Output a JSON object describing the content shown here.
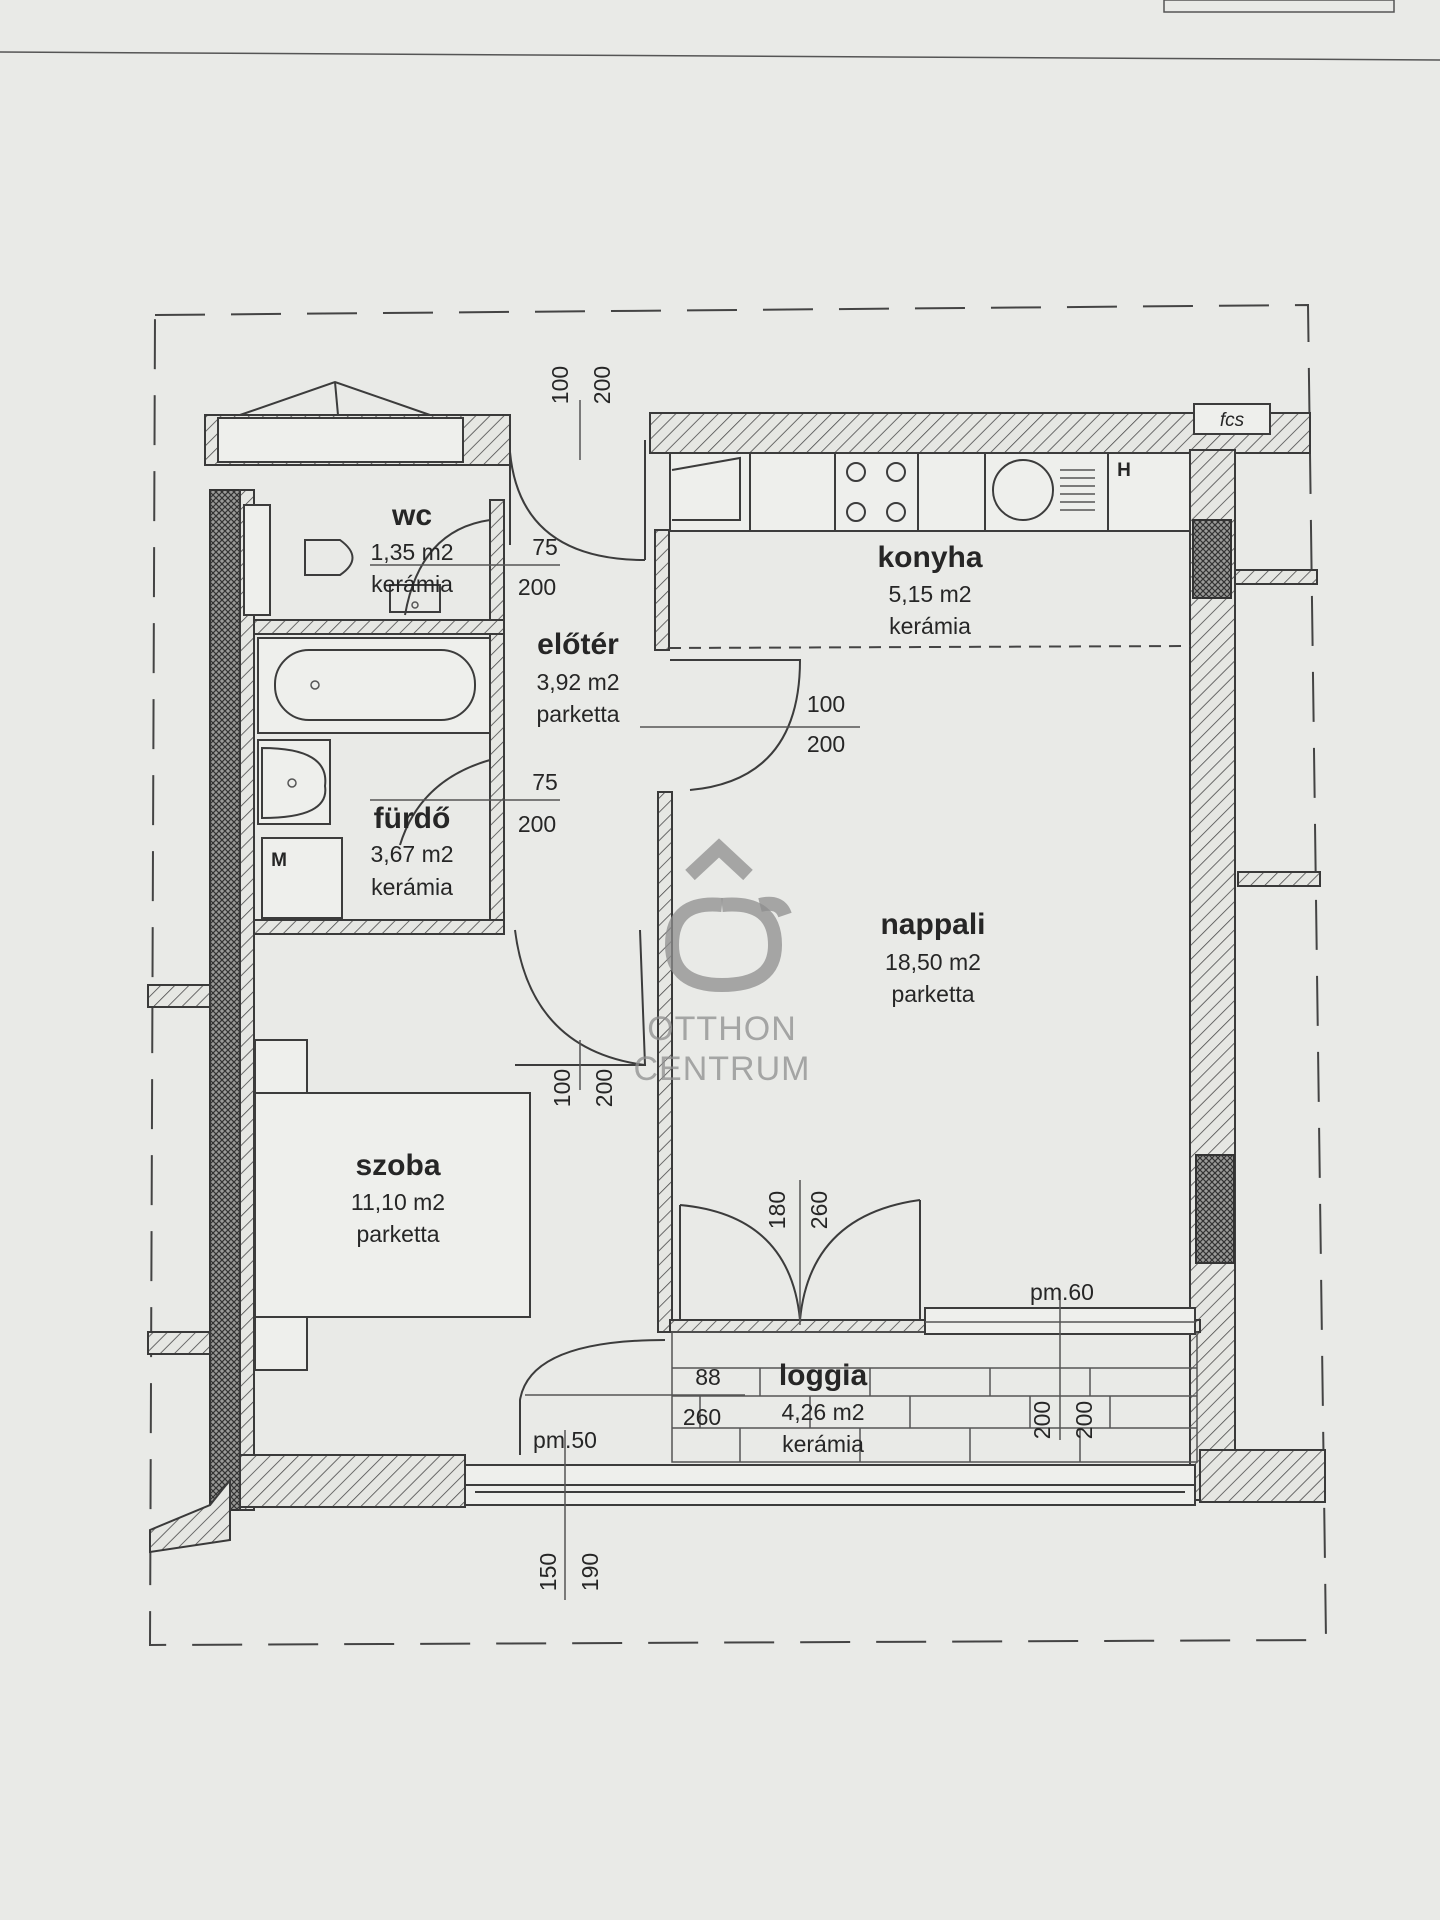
{
  "rooms": {
    "wc": {
      "name": "wc",
      "area": "1,35 m2",
      "floor": "kerámia"
    },
    "eloter": {
      "name": "előtér",
      "area": "3,92 m2",
      "floor": "parketta"
    },
    "konyha": {
      "name": "konyha",
      "area": "5,15 m2",
      "floor": "kerámia"
    },
    "furdo": {
      "name": "fürdő",
      "area": "3,67 m2",
      "floor": "kerámia"
    },
    "nappali": {
      "name": "nappali",
      "area": "18,50 m2",
      "floor": "parketta"
    },
    "szoba": {
      "name": "szoba",
      "area": "11,10 m2",
      "floor": "parketta"
    },
    "loggia": {
      "name": "loggia",
      "area": "4,26 m2",
      "floor": "kerámia"
    }
  },
  "dimensions": {
    "entry_top": [
      "100",
      "200"
    ],
    "wc_door": [
      "75",
      "200"
    ],
    "kitchen_door": [
      "100",
      "200"
    ],
    "bath_door": [
      "75",
      "200"
    ],
    "hall_door": [
      "100",
      "200"
    ],
    "balcony_door": [
      "180",
      "260"
    ],
    "loggia_left": [
      "88",
      "260"
    ],
    "loggia_right": [
      "200",
      "200"
    ],
    "window_bottom": [
      "150",
      "190"
    ],
    "parapet_left": "pm.50",
    "parapet_right": "pm.60"
  },
  "labels": {
    "fcs": "fcs",
    "hob": "H",
    "machine": "M"
  },
  "watermark": {
    "line1": "OTTHON",
    "line2": "CENTRUM"
  }
}
